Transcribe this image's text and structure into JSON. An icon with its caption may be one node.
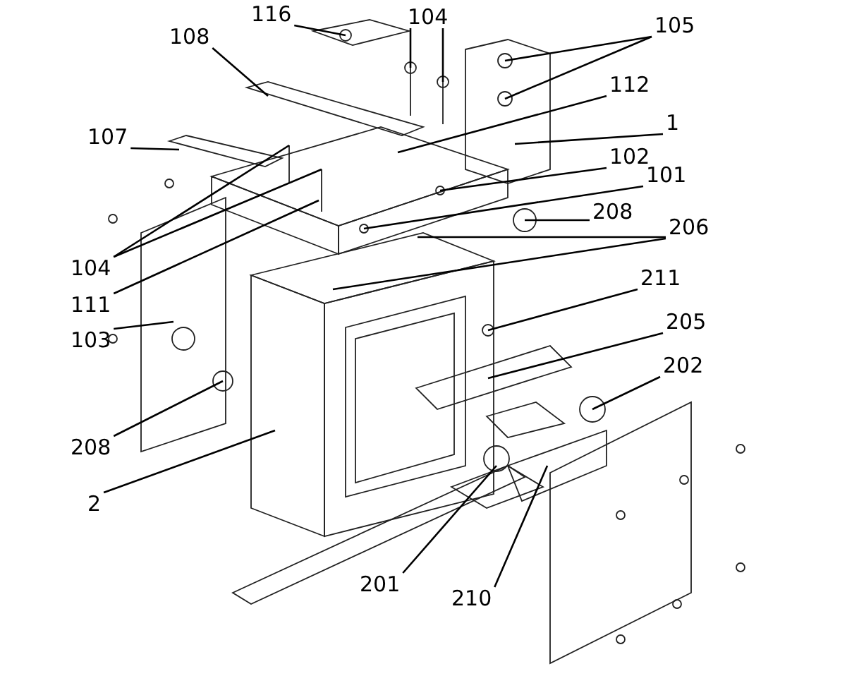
{
  "diagram": {
    "nodes": [
      {
        "text": [
          "116"
        ]
      },
      {
        "text": [
          "104"
        ]
      },
      {
        "text": [
          "105"
        ]
      },
      {
        "text": [
          "108"
        ]
      },
      {
        "text": [
          "107"
        ]
      },
      {
        "text": [
          "112"
        ]
      },
      {
        "text": [
          "1"
        ]
      },
      {
        "text": [
          "102"
        ]
      },
      {
        "text": [
          "101"
        ]
      },
      {
        "text": [
          "208"
        ]
      },
      {
        "text": [
          "206"
        ]
      },
      {
        "text": [
          "104"
        ]
      },
      {
        "text": [
          "111"
        ]
      },
      {
        "text": [
          "211"
        ]
      },
      {
        "text": [
          "205"
        ]
      },
      {
        "text": [
          "103"
        ]
      },
      {
        "text": [
          "202"
        ]
      },
      {
        "text": [
          "208"
        ]
      },
      {
        "text": [
          "2"
        ]
      },
      {
        "text": [
          "201"
        ]
      },
      {
        "text": [
          "210"
        ]
      }
    ],
    "edges": [
      {
        "from": 0,
        "to": null,
        "arrow": "none"
      },
      {
        "from": 1,
        "to": null,
        "arrow": "none"
      },
      {
        "from": 1,
        "to": null,
        "arrow": "none"
      },
      {
        "from": 2,
        "to": null,
        "arrow": "none"
      },
      {
        "from": 2,
        "to": null,
        "arrow": "none"
      },
      {
        "from": 3,
        "to": null,
        "arrow": "none"
      },
      {
        "from": 4,
        "to": null,
        "arrow": "none"
      },
      {
        "from": 5,
        "to": null,
        "arrow": "none"
      },
      {
        "from": 6,
        "to": null,
        "arrow": "none"
      },
      {
        "from": 7,
        "to": null,
        "arrow": "none"
      },
      {
        "from": 8,
        "to": null,
        "arrow": "none"
      },
      {
        "from": 9,
        "to": null,
        "arrow": "none"
      },
      {
        "from": 10,
        "to": null,
        "arrow": "none"
      },
      {
        "from": 10,
        "to": null,
        "arrow": "none"
      },
      {
        "from": 11,
        "to": null,
        "arrow": "none"
      },
      {
        "from": 11,
        "to": null,
        "arrow": "none"
      },
      {
        "from": 12,
        "to": null,
        "arrow": "none"
      },
      {
        "from": 13,
        "to": null,
        "arrow": "none"
      },
      {
        "from": 14,
        "to": null,
        "arrow": "none"
      },
      {
        "from": 15,
        "to": null,
        "arrow": "none"
      },
      {
        "from": 16,
        "to": null,
        "arrow": "none"
      },
      {
        "from": 17,
        "to": null,
        "arrow": "none"
      },
      {
        "from": 18,
        "to": null,
        "arrow": "none"
      },
      {
        "from": 19,
        "to": null,
        "arrow": "none"
      },
      {
        "from": 20,
        "to": null,
        "arrow": "none"
      }
    ]
  }
}
